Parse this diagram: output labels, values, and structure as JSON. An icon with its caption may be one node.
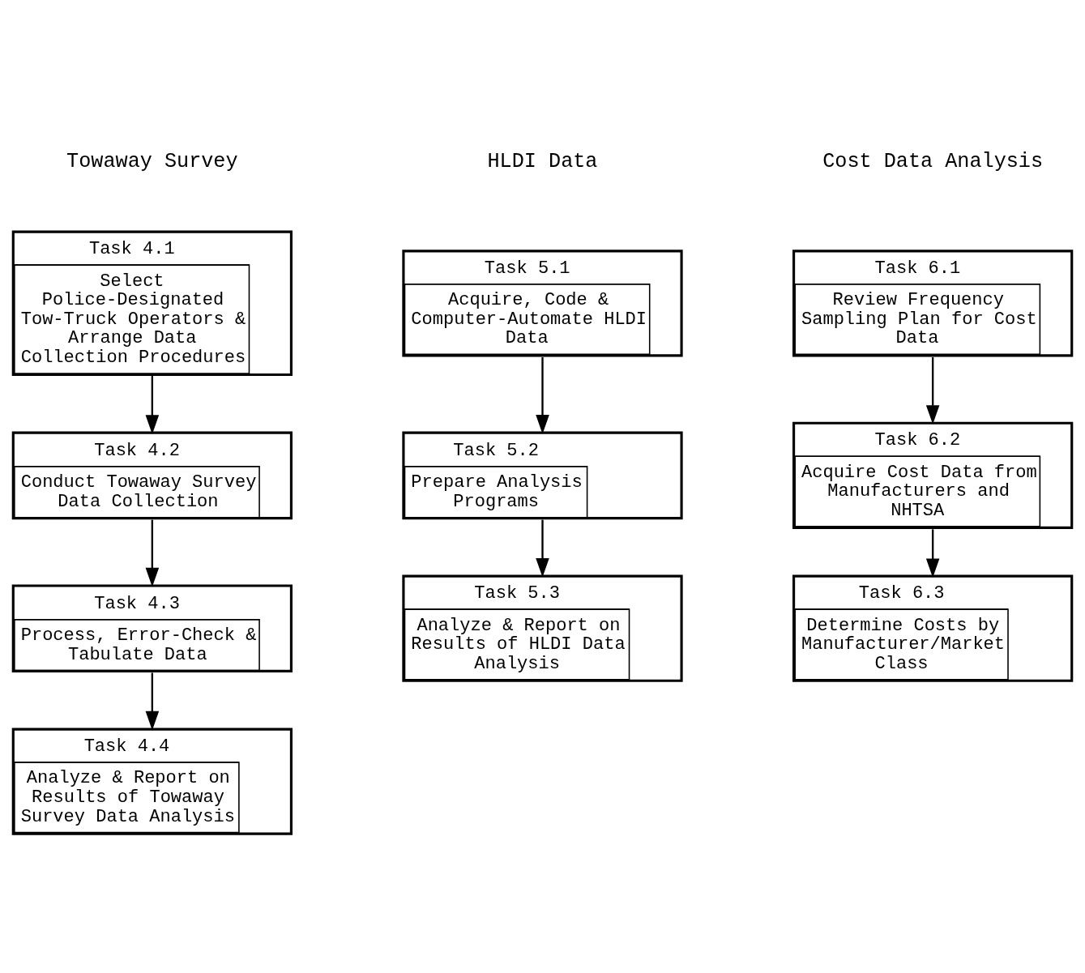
{
  "diagram": {
    "nodes": [
      {
        "text": [
          "Task 4.1",
          "Select Police-Designated Tow-Truck Operators & Arrange Data Collection Procedures"
        ]
      },
      {
        "text": [
          "Task 4.2",
          "Conduct Towaway Survey Data Collection"
        ]
      },
      {
        "text": [
          "Task 4.3",
          "Process, Error-Check & Tabulate Data"
        ]
      },
      {
        "text": [
          "Task 4.4",
          "Analyze & Report on Results of Towaway Survey Data Analysis"
        ]
      },
      {
        "text": [
          "Task 5.1",
          "Acquire, Code & Computer-Automate HLDI Data"
        ]
      },
      {
        "text": [
          "Task 5.2",
          "Prepare Analysis Programs"
        ]
      },
      {
        "text": [
          "Task 5.3",
          "Analyze & Report on Results of HLDI Data Analysis"
        ]
      },
      {
        "text": [
          "Task 6.1",
          "Review Frequency Sampling Plan for Cost Data"
        ]
      },
      {
        "text": [
          "Task 6.2",
          "Acquire Cost Data from Manufacturers and NHTSA"
        ]
      },
      {
        "text": [
          "Task 6.3",
          "Determine Costs by Manufacturer/Market Class"
        ]
      }
    ],
    "edges": [
      {
        "from": 0,
        "to": 1,
        "arrow": "to"
      },
      {
        "from": 1,
        "to": 2,
        "arrow": "to"
      },
      {
        "from": 2,
        "to": 3,
        "arrow": "to"
      },
      {
        "from": 4,
        "to": 5,
        "arrow": "to"
      },
      {
        "from": 5,
        "to": 6,
        "arrow": "to"
      },
      {
        "from": 7,
        "to": 8,
        "arrow": "to"
      },
      {
        "from": 8,
        "to": 9,
        "arrow": "to"
      }
    ],
    "labels": [
      "Towaway Survey",
      "HLDI Data",
      "Cost Data Analysis"
    ]
  }
}
